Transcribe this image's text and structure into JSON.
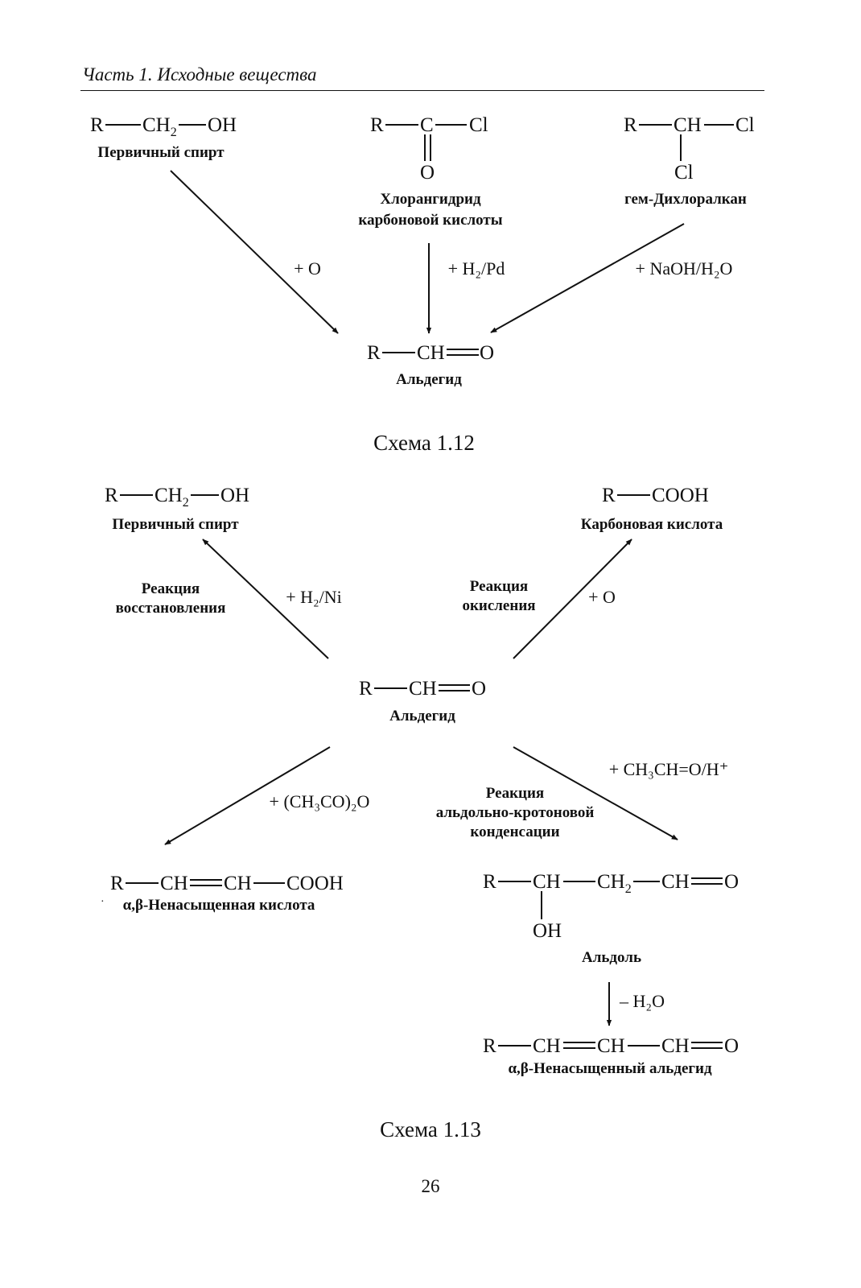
{
  "header": {
    "running_title": "Часть 1. Исходные вещества"
  },
  "scheme_1_12": {
    "caption": "Схема 1.12",
    "alcohol_label": "Первичный спирт",
    "acid_chloride_label_1": "Хлорангидрид",
    "acid_chloride_label_2": "карбоновой кислоты",
    "dichloride_label": "гем-Дихлоралкан",
    "aldehyde_label": "Альдегид",
    "reagent_oxidation": "+ O",
    "reagent_hydrogenation": "+ H₂/Pd",
    "reagent_hydrolysis": "+ NaOH/H₂O"
  },
  "scheme_1_13": {
    "caption": "Схема 1.13",
    "alcohol_label": "Первичный спирт",
    "acid_label": "Карбоновая кислота",
    "aldehyde_label": "Альдегид",
    "unsat_acid_label": "α,β-Ненасыщенная кислота",
    "aldol_label": "Альдоль",
    "unsat_aldehyde_label": "α,β-Ненасыщенный альдегид",
    "reduction_reaction_1": "Реакция",
    "reduction_reaction_2": "восстановления",
    "oxidation_reaction_1": "Реакция",
    "oxidation_reaction_2": "окисления",
    "condensation_reaction_1": "Реакция",
    "condensation_reaction_2": "альдольно-кротоновой",
    "condensation_reaction_3": "конденсации",
    "reagent_h2_ni": "+ H₂/Ni",
    "reagent_o": "+ O",
    "reagent_anhydride": "+ (CH₃CO)₂O",
    "reagent_acetaldehyde": "+ CH₃CH=O/H⁺",
    "reagent_dehydration": "– H₂O"
  },
  "footer": {
    "page_number": "26"
  }
}
